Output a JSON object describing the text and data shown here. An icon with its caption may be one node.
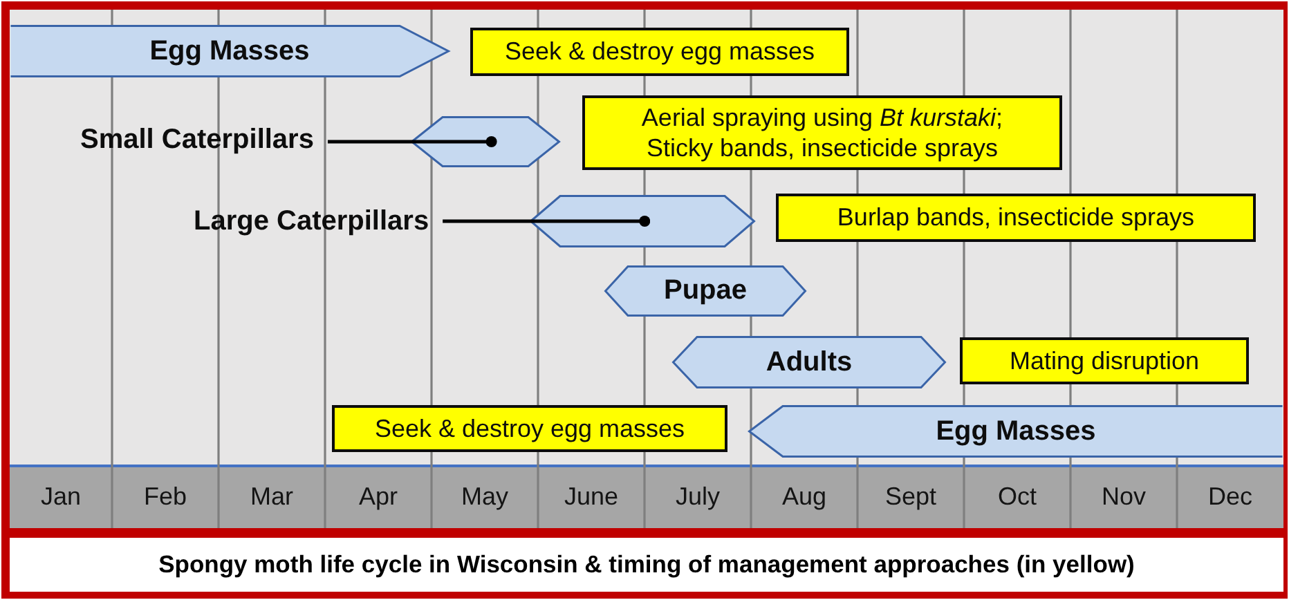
{
  "diagram": {
    "caption": "Spongy moth life cycle in Wisconsin & timing of management approaches (in yellow)",
    "nodes": [
      {
        "text": [
          "Egg Masses"
        ]
      },
      {
        "text": [
          "Seek & destroy egg masses"
        ]
      },
      {
        "text": [
          "Small Caterpillars"
        ]
      },
      {
        "text": [],
        "shape": "hexagon"
      },
      {
        "text": [
          "Aerial spraying using *Bt kurstaki*;",
          "Sticky bands, insecticide sprays"
        ]
      },
      {
        "text": [
          "Large Caterpillars"
        ]
      },
      {
        "text": [],
        "shape": "hexagon"
      },
      {
        "text": [
          "Burlap bands, insecticide sprays"
        ]
      },
      {
        "text": [
          "Pupae"
        ]
      },
      {
        "text": [
          "Adults"
        ]
      },
      {
        "text": [
          "Mating disruption"
        ]
      },
      {
        "text": [
          "Seek & destroy egg masses"
        ]
      },
      {
        "text": [
          "Egg Masses"
        ]
      }
    ],
    "edges": [
      {
        "from": 2,
        "to": 3,
        "arrow": "other"
      },
      {
        "from": 5,
        "to": 6,
        "arrow": "other"
      }
    ],
    "labels": [
      "Jan",
      "Feb",
      "Mar",
      "Apr",
      "May",
      "June",
      "July",
      "Aug",
      "Sept",
      "Oct",
      "Nov",
      "Dec"
    ]
  }
}
